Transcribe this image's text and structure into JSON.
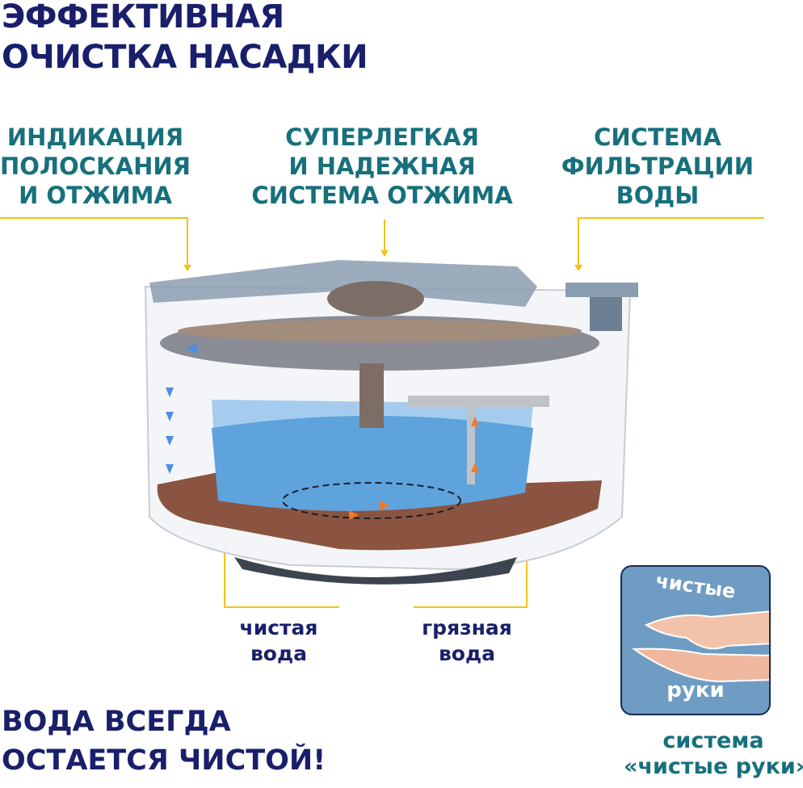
{
  "title": {
    "line1": "ЭФФЕКТИВНАЯ",
    "line2": "ОЧИСТКА НАСАДКИ"
  },
  "features": [
    {
      "lines": [
        "ИНДИКАЦИЯ",
        "ПОЛОСКАНИЯ",
        "И ОТЖИМА"
      ]
    },
    {
      "lines": [
        "СУПЕРЛЕГКАЯ",
        "И НАДЕЖНАЯ",
        "СИСТЕМА ОТЖИМА"
      ]
    },
    {
      "lines": [
        "СИСТЕМА",
        "ФИЛЬТРАЦИИ",
        "ВОДЫ"
      ]
    }
  ],
  "labels": {
    "clean_water": [
      "чистая",
      "вода"
    ],
    "dirty_water": [
      "грязная",
      "вода"
    ]
  },
  "bottom": {
    "line1": "ВОДА ВСЕГДА",
    "line2": "ОСТАЕТСЯ ЧИСТОЙ!"
  },
  "badge": {
    "top": "чистые",
    "bottom": "руки"
  },
  "badge_caption": {
    "line1": "система",
    "line2": "«чистые руки»"
  },
  "colors": {
    "navy": "#1a1f6b",
    "teal": "#17707c",
    "callout": "#f2c21a",
    "badge": "#6f9cc2"
  }
}
